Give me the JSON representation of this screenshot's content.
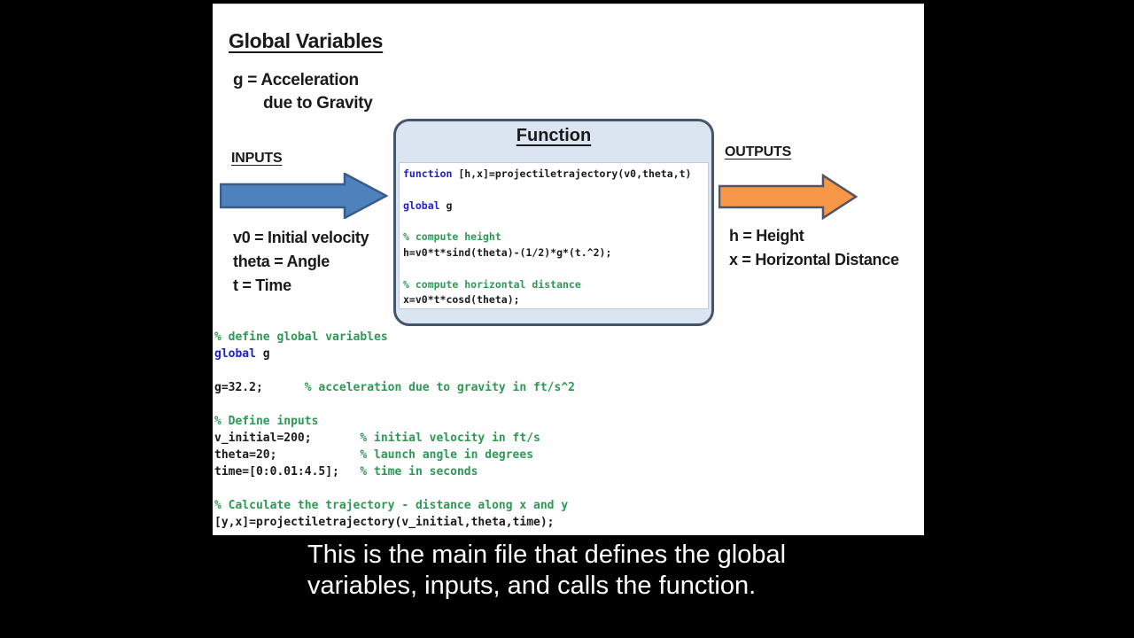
{
  "global_variables": {
    "title": "Global Variables",
    "def_line1": "g = Acceleration",
    "def_line2": "due to Gravity"
  },
  "inputs": {
    "label": "INPUTS",
    "items": [
      "v0 = Initial velocity",
      "theta = Angle",
      "t = Time"
    ]
  },
  "outputs": {
    "label": "OUTPUTS",
    "items": [
      "h = Height",
      "x = Horizontal Distance"
    ]
  },
  "function_box": {
    "title": "Function",
    "code_lines": [
      [
        {
          "t": "kw",
          "s": "function"
        },
        {
          "t": "pl",
          "s": " [h,x]=projectiletrajectory(v0,theta,t)"
        }
      ],
      [],
      [
        {
          "t": "kw",
          "s": "global"
        },
        {
          "t": "pl",
          "s": " g"
        }
      ],
      [],
      [
        {
          "t": "cm",
          "s": "% compute height"
        }
      ],
      [
        {
          "t": "pl",
          "s": "h=v0*t*sind(theta)-(1/2)*g*(t.^2);"
        }
      ],
      [],
      [
        {
          "t": "cm",
          "s": "% compute horizontal distance"
        }
      ],
      [
        {
          "t": "pl",
          "s": "x=v0*t*cosd(theta);"
        }
      ]
    ]
  },
  "main_code_lines": [
    [
      {
        "t": "cm",
        "s": "% define global variables"
      }
    ],
    [
      {
        "t": "kw",
        "s": "global"
      },
      {
        "t": "pl",
        "s": " g"
      }
    ],
    [],
    [
      {
        "t": "pl",
        "s": "g=32.2;      "
      },
      {
        "t": "cm",
        "s": "% acceleration due to gravity in ft/s^2"
      }
    ],
    [],
    [
      {
        "t": "cm",
        "s": "% Define inputs"
      }
    ],
    [
      {
        "t": "pl",
        "s": "v_initial=200;       "
      },
      {
        "t": "cm",
        "s": "% initial velocity in ft/s"
      }
    ],
    [
      {
        "t": "pl",
        "s": "theta=20;            "
      },
      {
        "t": "cm",
        "s": "% launch angle in degrees"
      }
    ],
    [
      {
        "t": "pl",
        "s": "time=[0:0.01:4.5];   "
      },
      {
        "t": "cm",
        "s": "% time in seconds"
      }
    ],
    [],
    [
      {
        "t": "cm",
        "s": "% Calculate the trajectory - distance along x and y"
      }
    ],
    [
      {
        "t": "pl",
        "s": "[y,x]=projectiletrajectory(v_initial,theta,time);"
      }
    ]
  ],
  "caption": {
    "line1": "This is the main file that defines the global",
    "line2": "variables, inputs, and calls the function."
  },
  "colors": {
    "arrow_blue_fill": "#4f81bd",
    "arrow_blue_stroke": "#385d8a",
    "arrow_orange_fill": "#f79646",
    "arrow_orange_stroke": "#4f5566",
    "box_fill": "#dbe5f1",
    "box_border": "#44546a",
    "keyword_blue": "#2020cc",
    "comment_green": "#2e9956",
    "caption_text": "#ffffff"
  }
}
